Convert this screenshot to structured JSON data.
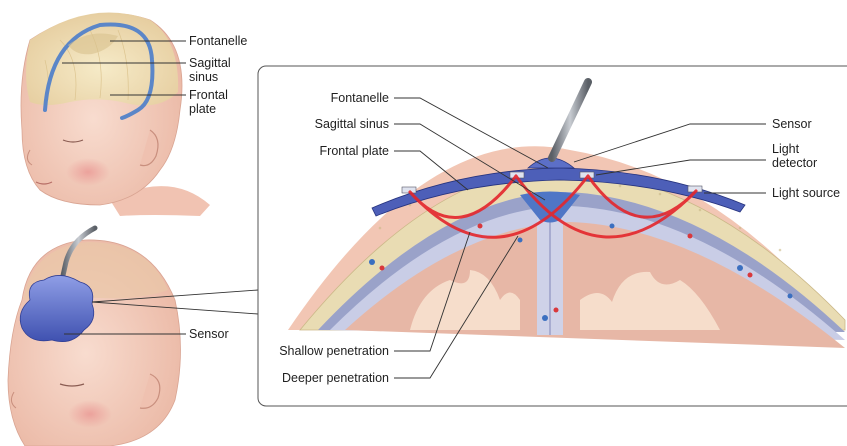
{
  "top_infant": {
    "labels": {
      "fontanelle": "Fontanelle",
      "sagittal_sinus_1": "Sagittal",
      "sagittal_sinus_2": "sinus",
      "frontal_plate_1": "Frontal",
      "frontal_plate_2": "plate"
    }
  },
  "bottom_infant": {
    "labels": {
      "sensor": "Sensor"
    }
  },
  "cross_section": {
    "labels": {
      "fontanelle": "Fontanelle",
      "sagittal_sinus": "Sagittal sinus",
      "frontal_plate": "Frontal plate",
      "sensor": "Sensor",
      "light_detector_1": "Light",
      "light_detector_2": "detector",
      "light_source": "Light source",
      "shallow_penetration": "Shallow penetration",
      "deeper_penetration": "Deeper penetration"
    }
  },
  "colors": {
    "skin": "#f4cdbf",
    "hair": "#efe0b8",
    "sinus_blue": "#5b86c8",
    "sensor_blue": "#5c6fc7",
    "light_red": "#e4262c",
    "brain": "#e7b7a6",
    "skull": "#e9dcb3"
  }
}
